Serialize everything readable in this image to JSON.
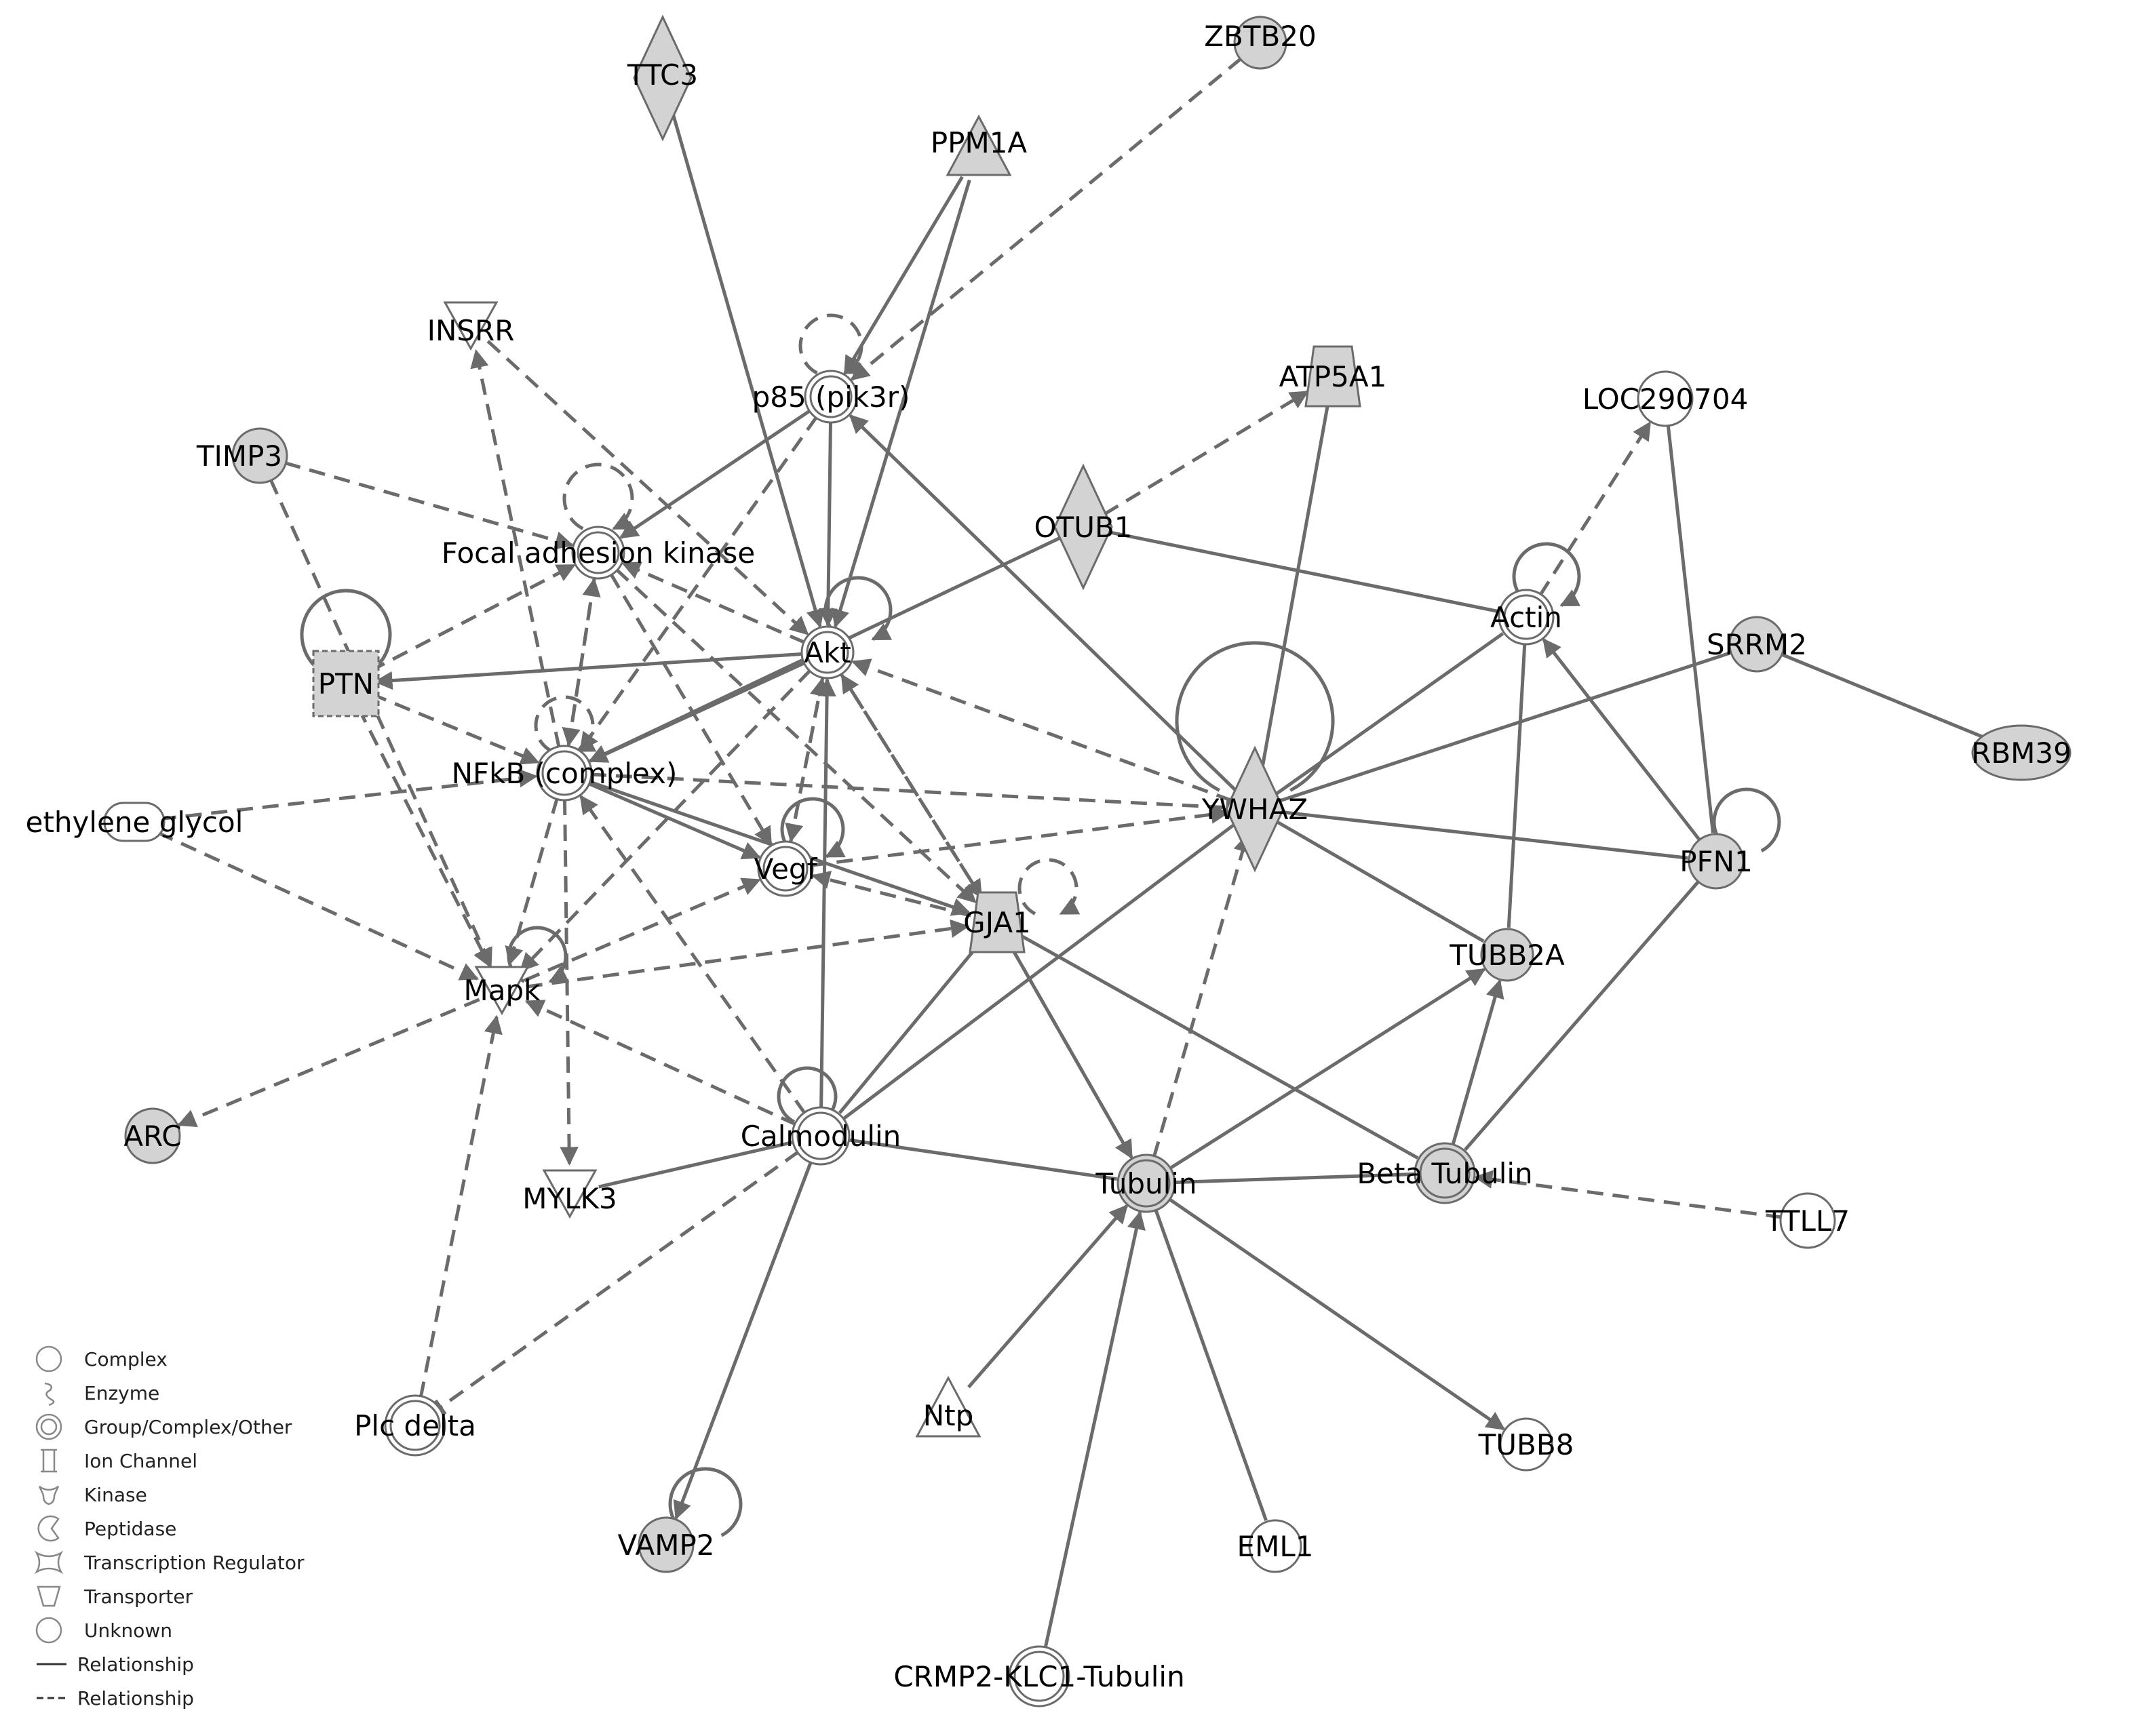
{
  "colors": {
    "edge": "#6b6b6b",
    "node_stroke": "#6b6b6b",
    "focus_fill": "#d3d3d3",
    "plain_fill": "#ffffff"
  },
  "nodes": [
    {
      "id": "ttc3",
      "label": "TTC3",
      "shape": "diamond",
      "focus": true
    },
    {
      "id": "zbtb20",
      "label": "ZBTB20",
      "shape": "circle",
      "focus": true
    },
    {
      "id": "ppm1a",
      "label": "PPM1A",
      "shape": "triangle-up",
      "focus": true
    },
    {
      "id": "insrr",
      "label": "INSRR",
      "shape": "triangle-down",
      "focus": false
    },
    {
      "id": "p85",
      "label": "p85 (pik3r)",
      "shape": "double-circle",
      "focus": false
    },
    {
      "id": "atp5a1",
      "label": "ATP5A1",
      "shape": "trapezoid",
      "focus": true
    },
    {
      "id": "loc290704",
      "label": "LOC290704",
      "shape": "circle",
      "focus": false
    },
    {
      "id": "timp3",
      "label": "TIMP3",
      "shape": "circle",
      "focus": true
    },
    {
      "id": "fak",
      "label": "Focal adhesion kinase",
      "shape": "double-circle",
      "focus": false
    },
    {
      "id": "otub1",
      "label": "OTUB1",
      "shape": "diamond",
      "focus": true
    },
    {
      "id": "actin",
      "label": "Actin",
      "shape": "double-circle",
      "focus": false
    },
    {
      "id": "ptn",
      "label": "PTN",
      "shape": "square",
      "focus": true
    },
    {
      "id": "akt",
      "label": "Akt",
      "shape": "double-circle",
      "focus": false
    },
    {
      "id": "srrm2",
      "label": "SRRM2",
      "shape": "circle",
      "focus": true
    },
    {
      "id": "rbm39",
      "label": "RBM39",
      "shape": "ellipse",
      "focus": true
    },
    {
      "id": "nfkb",
      "label": "NFkB (complex)",
      "shape": "double-circle",
      "focus": false
    },
    {
      "id": "ethylene",
      "label": "ethylene glycol",
      "shape": "pill",
      "focus": false
    },
    {
      "id": "ywhaz",
      "label": "YWHAZ",
      "shape": "diamond",
      "focus": true
    },
    {
      "id": "vegf",
      "label": "Vegf",
      "shape": "double-circle",
      "focus": false
    },
    {
      "id": "pfn1",
      "label": "PFN1",
      "shape": "circle",
      "focus": true
    },
    {
      "id": "gja1",
      "label": "GJA1",
      "shape": "trapezoid",
      "focus": true
    },
    {
      "id": "tubb2a",
      "label": "TUBB2A",
      "shape": "circle",
      "focus": true
    },
    {
      "id": "mapk",
      "label": "Mapk",
      "shape": "triangle-down",
      "focus": false
    },
    {
      "id": "arc",
      "label": "ARC",
      "shape": "circle",
      "focus": true
    },
    {
      "id": "calmodulin",
      "label": "Calmodulin",
      "shape": "double-circle",
      "focus": false
    },
    {
      "id": "mylk3",
      "label": "MYLK3",
      "shape": "triangle-down",
      "focus": false
    },
    {
      "id": "tubulin",
      "label": "Tubulin",
      "shape": "double-circle",
      "focus": true
    },
    {
      "id": "betatub",
      "label": "Beta Tubulin",
      "shape": "double-circle",
      "focus": true
    },
    {
      "id": "ttll7",
      "label": "TTLL7",
      "shape": "circle",
      "focus": false
    },
    {
      "id": "plcdelta",
      "label": "Plc delta",
      "shape": "double-circle",
      "focus": false
    },
    {
      "id": "ntp",
      "label": "Ntp",
      "shape": "triangle-up",
      "focus": false
    },
    {
      "id": "tubb8",
      "label": "TUBB8",
      "shape": "circle",
      "focus": false
    },
    {
      "id": "vamp2",
      "label": "VAMP2",
      "shape": "circle",
      "focus": true
    },
    {
      "id": "eml1",
      "label": "EML1",
      "shape": "circle",
      "focus": false
    },
    {
      "id": "crmp2",
      "label": "CRMP2-KLC1-Tubulin",
      "shape": "double-circle",
      "focus": false
    }
  ],
  "edges": [
    {
      "from": "ttc3",
      "to": "akt",
      "style": "solid",
      "head": "arrow"
    },
    {
      "from": "zbtb20",
      "to": "p85",
      "style": "dashed",
      "head": "arrow"
    },
    {
      "from": "ppm1a",
      "to": "p85",
      "style": "solid",
      "head": "arrow"
    },
    {
      "from": "ppm1a",
      "to": "akt",
      "style": "solid",
      "head": "arrow"
    },
    {
      "from": "p85",
      "to": "p85",
      "style": "dashed",
      "head": "arrow"
    },
    {
      "from": "p85",
      "to": "fak",
      "style": "solid",
      "head": "arrow"
    },
    {
      "from": "p85",
      "to": "akt",
      "style": "solid",
      "head": "arrow"
    },
    {
      "from": "p85",
      "to": "nfkb",
      "style": "dashed",
      "head": "arrow"
    },
    {
      "from": "ywhaz",
      "to": "p85",
      "style": "solid",
      "head": "arrow"
    },
    {
      "from": "insrr",
      "to": "akt",
      "style": "dashed",
      "head": "arrow"
    },
    {
      "from": "nfkb",
      "to": "insrr",
      "style": "dashed",
      "head": "arrow"
    },
    {
      "from": "timp3",
      "to": "fak",
      "style": "dashed",
      "head": "arrow"
    },
    {
      "from": "timp3",
      "to": "mapk",
      "style": "dashed",
      "head": "arrow"
    },
    {
      "from": "fak",
      "to": "fak",
      "style": "dashed",
      "head": "arrow"
    },
    {
      "from": "ptn",
      "to": "fak",
      "style": "dashed",
      "head": "arrow"
    },
    {
      "from": "fak",
      "to": "nfkb",
      "style": "dashed",
      "head": "arrow"
    },
    {
      "from": "nfkb",
      "to": "fak",
      "style": "dashed",
      "head": "arrow"
    },
    {
      "from": "fak",
      "to": "vegf",
      "style": "dashed",
      "head": "arrow"
    },
    {
      "from": "akt",
      "to": "fak",
      "style": "dashed",
      "head": "arrow"
    },
    {
      "from": "fak",
      "to": "gja1",
      "style": "dashed",
      "head": "arrow"
    },
    {
      "from": "akt",
      "to": "akt",
      "style": "solid",
      "head": "arrow"
    },
    {
      "from": "akt",
      "to": "ptn",
      "style": "solid",
      "head": "arrow"
    },
    {
      "from": "akt",
      "to": "nfkb",
      "style": "solid",
      "head": "arrow"
    },
    {
      "from": "akt",
      "to": "mapk",
      "style": "dashed",
      "head": "arrow"
    },
    {
      "from": "akt",
      "to": "vegf",
      "style": "dashed",
      "head": "arrow"
    },
    {
      "from": "akt",
      "to": "gja1",
      "style": "dashed",
      "head": "arrow"
    },
    {
      "from": "ywhaz",
      "to": "akt",
      "style": "dashed",
      "head": "arrow"
    },
    {
      "from": "vegf",
      "to": "akt",
      "style": "dashed",
      "head": "arrow"
    },
    {
      "from": "calmodulin",
      "to": "akt",
      "style": "solid",
      "head": "arrow"
    },
    {
      "from": "gja1",
      "to": "akt",
      "style": "dashed",
      "head": "arrow"
    },
    {
      "from": "otub1",
      "to": "nfkb",
      "style": "solid",
      "head": "arrow"
    },
    {
      "from": "otub1",
      "to": "atp5a1",
      "style": "dashed",
      "head": "arrow"
    },
    {
      "from": "otub1",
      "to": "actin",
      "style": "solid",
      "head": "none"
    },
    {
      "from": "ptn",
      "to": "ptn",
      "style": "solid",
      "head": "none"
    },
    {
      "from": "ptn",
      "to": "nfkb",
      "style": "dashed",
      "head": "arrow"
    },
    {
      "from": "ptn",
      "to": "mapk",
      "style": "dashed",
      "head": "arrow"
    },
    {
      "from": "nfkb",
      "to": "nfkb",
      "style": "dashed",
      "head": "arrow"
    },
    {
      "from": "ethylene",
      "to": "nfkb",
      "style": "dashed",
      "head": "arrow"
    },
    {
      "from": "ethylene",
      "to": "mapk",
      "style": "dashed",
      "head": "arrow"
    },
    {
      "from": "nfkb",
      "to": "vegf",
      "style": "solid",
      "head": "arrow"
    },
    {
      "from": "nfkb",
      "to": "gja1",
      "style": "solid",
      "head": "arrow"
    },
    {
      "from": "nfkb",
      "to": "ywhaz",
      "style": "dashed",
      "head": "tee"
    },
    {
      "from": "nfkb",
      "to": "mapk",
      "style": "dashed",
      "head": "arrow"
    },
    {
      "from": "nfkb",
      "to": "mylk3",
      "style": "dashed",
      "head": "arrow"
    },
    {
      "from": "calmodulin",
      "to": "nfkb",
      "style": "dashed",
      "head": "arrow"
    },
    {
      "from": "vegf",
      "to": "vegf",
      "style": "solid",
      "head": "arrow"
    },
    {
      "from": "vegf",
      "to": "ywhaz",
      "style": "dashed",
      "head": "arrow"
    },
    {
      "from": "mapk",
      "to": "vegf",
      "style": "dashed",
      "head": "arrow"
    },
    {
      "from": "gja1",
      "to": "vegf",
      "style": "dashed",
      "head": "arrow"
    },
    {
      "from": "gja1",
      "to": "gja1",
      "style": "dashed",
      "head": "arrow"
    },
    {
      "from": "mapk",
      "to": "gja1",
      "style": "dashed",
      "head": "arrow"
    },
    {
      "from": "gja1",
      "to": "tubulin",
      "style": "solid",
      "head": "arrow"
    },
    {
      "from": "gja1",
      "to": "tubulin",
      "style": "dashed",
      "head": "arrow"
    },
    {
      "from": "gja1",
      "to": "calmodulin",
      "style": "solid",
      "head": "none"
    },
    {
      "from": "gja1",
      "to": "betatub",
      "style": "solid",
      "head": "none"
    },
    {
      "from": "mapk",
      "to": "mapk",
      "style": "solid",
      "head": "arrow"
    },
    {
      "from": "mapk",
      "to": "arc",
      "style": "dashed",
      "head": "arrow"
    },
    {
      "from": "calmodulin",
      "to": "mapk",
      "style": "dashed",
      "head": "arrow"
    },
    {
      "from": "plcdelta",
      "to": "mapk",
      "style": "dashed",
      "head": "arrow"
    },
    {
      "from": "calmodulin",
      "to": "calmodulin",
      "style": "solid",
      "head": "none"
    },
    {
      "from": "calmodulin",
      "to": "mylk3",
      "style": "solid",
      "head": "none"
    },
    {
      "from": "calmodulin",
      "to": "plcdelta",
      "style": "dashed",
      "head": "tee"
    },
    {
      "from": "calmodulin",
      "to": "vamp2",
      "style": "solid",
      "head": "arrow"
    },
    {
      "from": "calmodulin",
      "to": "ywhaz",
      "style": "solid",
      "head": "none"
    },
    {
      "from": "calmodulin",
      "to": "tubulin",
      "style": "solid",
      "head": "none"
    },
    {
      "from": "ywhaz",
      "to": "ywhaz",
      "style": "solid",
      "head": "none"
    },
    {
      "from": "atp5a1",
      "to": "ywhaz",
      "style": "solid",
      "head": "none"
    },
    {
      "from": "ywhaz",
      "to": "srrm2",
      "style": "solid",
      "head": "none"
    },
    {
      "from": "ywhaz",
      "to": "pfn1",
      "style": "solid",
      "head": "none"
    },
    {
      "from": "ywhaz",
      "to": "actin",
      "style": "solid",
      "head": "none"
    },
    {
      "from": "ywhaz",
      "to": "tubb2a",
      "style": "solid",
      "head": "none"
    },
    {
      "from": "tubulin",
      "to": "ywhaz",
      "style": "dashed",
      "head": "arrow"
    },
    {
      "from": "actin",
      "to": "actin",
      "style": "solid",
      "head": "arrow"
    },
    {
      "from": "actin",
      "to": "loc290704",
      "style": "dashed",
      "head": "arrow"
    },
    {
      "from": "actin",
      "to": "tubb2a",
      "style": "solid",
      "head": "none"
    },
    {
      "from": "pfn1",
      "to": "actin",
      "style": "solid",
      "head": "arrow"
    },
    {
      "from": "loc290704",
      "to": "pfn1",
      "style": "solid",
      "head": "none"
    },
    {
      "from": "srrm2",
      "to": "rbm39",
      "style": "solid",
      "head": "none"
    },
    {
      "from": "pfn1",
      "to": "pfn1",
      "style": "solid",
      "head": "none"
    },
    {
      "from": "pfn1",
      "to": "betatub",
      "style": "solid",
      "head": "none"
    },
    {
      "from": "tubulin",
      "to": "tubb2a",
      "style": "solid",
      "head": "arrow"
    },
    {
      "from": "betatub",
      "to": "tubb2a",
      "style": "solid",
      "head": "arrow"
    },
    {
      "from": "tubulin",
      "to": "betatub",
      "style": "solid",
      "head": "none"
    },
    {
      "from": "ttll7",
      "to": "betatub",
      "style": "dashed",
      "head": "arrow"
    },
    {
      "from": "tubulin",
      "to": "tubb8",
      "style": "solid",
      "head": "arrow"
    },
    {
      "from": "tubulin",
      "to": "eml1",
      "style": "solid",
      "head": "none"
    },
    {
      "from": "ntp",
      "to": "tubulin",
      "style": "solid",
      "head": "arrow"
    },
    {
      "from": "crmp2",
      "to": "tubulin",
      "style": "solid",
      "head": "arrow"
    },
    {
      "from": "vamp2",
      "to": "vamp2",
      "style": "solid",
      "head": "none"
    }
  ],
  "legend": {
    "items": [
      {
        "icon": "complex-icon",
        "label": "Complex"
      },
      {
        "icon": "enzyme-icon",
        "label": "Enzyme"
      },
      {
        "icon": "group-icon",
        "label": "Group/Complex/Other"
      },
      {
        "icon": "ion-channel-icon",
        "label": "Ion Channel"
      },
      {
        "icon": "kinase-icon",
        "label": "Kinase"
      },
      {
        "icon": "peptidase-icon",
        "label": "Peptidase"
      },
      {
        "icon": "transcription-regulator-icon",
        "label": "Transcription Regulator"
      },
      {
        "icon": "transporter-icon",
        "label": "Transporter"
      },
      {
        "icon": "unknown-icon",
        "label": "Unknown"
      },
      {
        "icon": "solid-line-icon",
        "label": "Relationship"
      },
      {
        "icon": "dashed-line-icon",
        "label": "Relationship"
      }
    ]
  }
}
